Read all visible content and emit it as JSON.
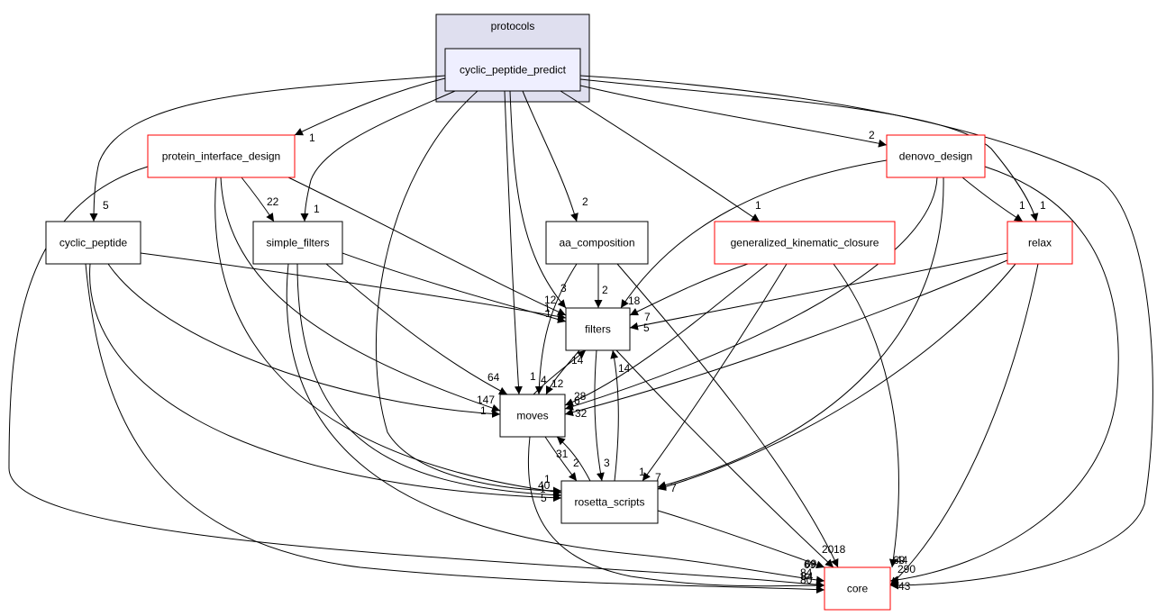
{
  "title": "cyclic_peptide_predict directory dependency graph",
  "colors": {
    "cluster_fill": "#dfdfef",
    "cluster_stroke": "#000000",
    "focus_fill": "#efefff",
    "node_fill": "#ffffff",
    "normal_stroke": "#000000",
    "truncated_stroke": "#ff0000",
    "edge": "#000000"
  },
  "cluster": {
    "label": "protocols"
  },
  "nodes": [
    {
      "id": "cyclic_peptide_predict",
      "label": "cyclic_peptide_predict",
      "kind": "focus"
    },
    {
      "id": "protein_interface_design",
      "label": "protein_interface_design",
      "kind": "truncated"
    },
    {
      "id": "denovo_design",
      "label": "denovo_design",
      "kind": "truncated"
    },
    {
      "id": "cyclic_peptide",
      "label": "cyclic_peptide",
      "kind": "normal"
    },
    {
      "id": "simple_filters",
      "label": "simple_filters",
      "kind": "normal"
    },
    {
      "id": "aa_composition",
      "label": "aa_composition",
      "kind": "normal"
    },
    {
      "id": "generalized_kinematic_closure",
      "label": "generalized_kinematic_closure",
      "kind": "truncated"
    },
    {
      "id": "relax",
      "label": "relax",
      "kind": "truncated"
    },
    {
      "id": "filters",
      "label": "filters",
      "kind": "normal"
    },
    {
      "id": "moves",
      "label": "moves",
      "kind": "normal"
    },
    {
      "id": "rosetta_scripts",
      "label": "rosetta_scripts",
      "kind": "normal"
    },
    {
      "id": "core",
      "label": "core",
      "kind": "truncated"
    }
  ],
  "edges": [
    {
      "from": "cyclic_peptide_predict",
      "to": "protein_interface_design",
      "label": "1"
    },
    {
      "from": "cyclic_peptide_predict",
      "to": "cyclic_peptide",
      "label": "5"
    },
    {
      "from": "cyclic_peptide_predict",
      "to": "simple_filters",
      "label": "1"
    },
    {
      "from": "cyclic_peptide_predict",
      "to": "aa_composition",
      "label": "2"
    },
    {
      "from": "cyclic_peptide_predict",
      "to": "generalized_kinematic_closure",
      "label": "1"
    },
    {
      "from": "cyclic_peptide_predict",
      "to": "denovo_design",
      "label": "2"
    },
    {
      "from": "cyclic_peptide_predict",
      "to": "relax",
      "label": "1"
    },
    {
      "from": "cyclic_peptide_predict",
      "to": "filters",
      "label": "3"
    },
    {
      "from": "cyclic_peptide_predict",
      "to": "moves",
      "label": "1"
    },
    {
      "from": "cyclic_peptide_predict",
      "to": "rosetta_scripts",
      "label": "1"
    },
    {
      "from": "cyclic_peptide_predict",
      "to": "core",
      "label": "43"
    },
    {
      "from": "protein_interface_design",
      "to": "simple_filters",
      "label": "22"
    },
    {
      "from": "protein_interface_design",
      "to": "filters",
      "label": "12"
    },
    {
      "from": "protein_interface_design",
      "to": "moves",
      "label": "147"
    },
    {
      "from": "protein_interface_design",
      "to": "rosetta_scripts",
      "label": "40"
    },
    {
      "from": "protein_interface_design",
      "to": "core",
      "label": "84"
    },
    {
      "from": "cyclic_peptide",
      "to": "filters",
      "label": "1"
    },
    {
      "from": "cyclic_peptide",
      "to": "moves",
      "label": "1"
    },
    {
      "from": "cyclic_peptide",
      "to": "rosetta_scripts",
      "label": "5"
    },
    {
      "from": "cyclic_peptide",
      "to": "core",
      "label": "80"
    },
    {
      "from": "simple_filters",
      "to": "filters",
      "label": "1"
    },
    {
      "from": "simple_filters",
      "to": "moves",
      "label": "64"
    },
    {
      "from": "simple_filters",
      "to": "rosetta_scripts",
      "label": "1"
    },
    {
      "from": "simple_filters",
      "to": "core",
      "label": "69"
    },
    {
      "from": "aa_composition",
      "to": "filters",
      "label": "2"
    },
    {
      "from": "aa_composition",
      "to": "moves",
      "label": "4"
    },
    {
      "from": "aa_composition",
      "to": "core",
      "label": "20"
    },
    {
      "from": "generalized_kinematic_closure",
      "to": "filters",
      "label": "7"
    },
    {
      "from": "generalized_kinematic_closure",
      "to": "moves",
      "label": "28"
    },
    {
      "from": "generalized_kinematic_closure",
      "to": "rosetta_scripts",
      "label": "1"
    },
    {
      "from": "generalized_kinematic_closure",
      "to": "core",
      "label": "69"
    },
    {
      "from": "denovo_design",
      "to": "filters",
      "label": "18"
    },
    {
      "from": "denovo_design",
      "to": "moves",
      "label": "6"
    },
    {
      "from": "denovo_design",
      "to": "relax",
      "label": "1"
    },
    {
      "from": "denovo_design",
      "to": "rosetta_scripts",
      "label": "7"
    },
    {
      "from": "denovo_design",
      "to": "core",
      "label": "290"
    },
    {
      "from": "relax",
      "to": "filters",
      "label": "5"
    },
    {
      "from": "relax",
      "to": "moves",
      "label": "32"
    },
    {
      "from": "relax",
      "to": "rosetta_scripts",
      "label": "7"
    },
    {
      "from": "relax",
      "to": "core",
      "label": "44"
    },
    {
      "from": "filters",
      "to": "moves",
      "label": "12"
    },
    {
      "from": "filters",
      "to": "rosetta_scripts",
      "label": "3"
    },
    {
      "from": "filters",
      "to": "core",
      "label": "18"
    },
    {
      "from": "moves",
      "to": "filters",
      "label": "14"
    },
    {
      "from": "moves",
      "to": "rosetta_scripts",
      "label": "2"
    },
    {
      "from": "moves",
      "to": "core",
      "label": "84"
    },
    {
      "from": "rosetta_scripts",
      "to": "filters",
      "label": "14"
    },
    {
      "from": "rosetta_scripts",
      "to": "moves",
      "label": "31"
    },
    {
      "from": "rosetta_scripts",
      "to": "core",
      "label": "69"
    }
  ]
}
